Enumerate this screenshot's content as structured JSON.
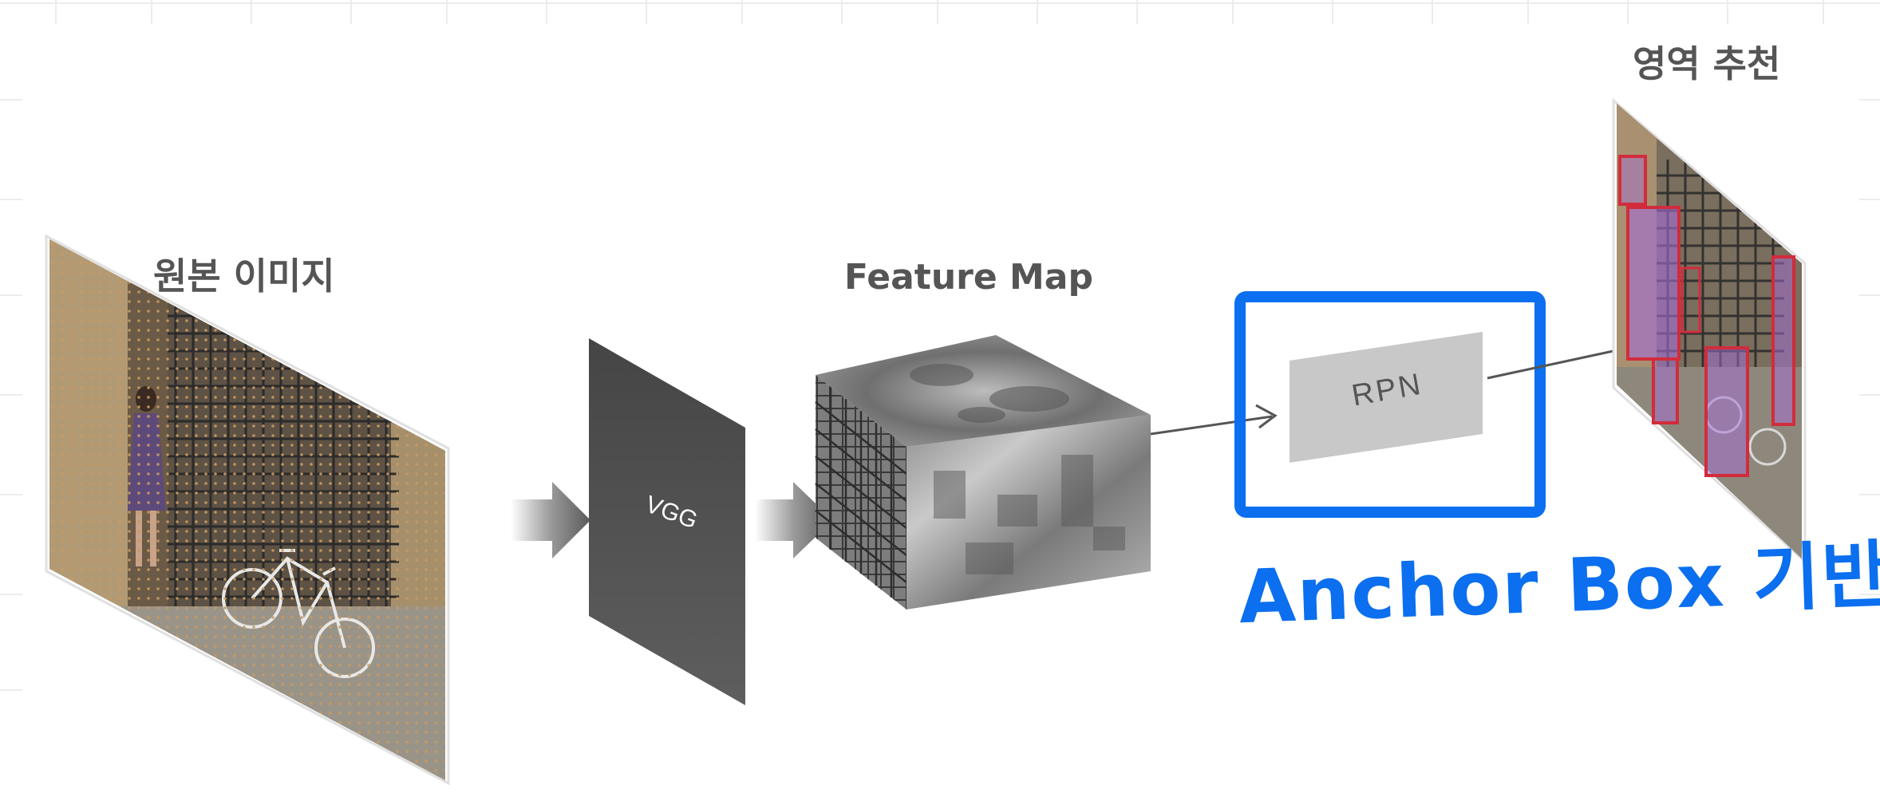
{
  "labels": {
    "original_image": "원본 이미지",
    "vgg": "VGG",
    "feature_map": "Feature Map",
    "rpn": "RPN",
    "region_proposal": "영역 추천",
    "anchor_annotation": "Anchor Box 기반"
  },
  "colors": {
    "label_gray": "#555555",
    "vgg_panel": "#4e4e4e",
    "rpn_box": "#c8c8c8",
    "highlight_blue": "#0b6fef",
    "proposal_red": "#d22c3c",
    "proposal_fill": "#a46cd6"
  },
  "icons": {
    "flow_arrow": "block-arrow-right-icon",
    "connector": "thin-arrow-right-icon"
  }
}
